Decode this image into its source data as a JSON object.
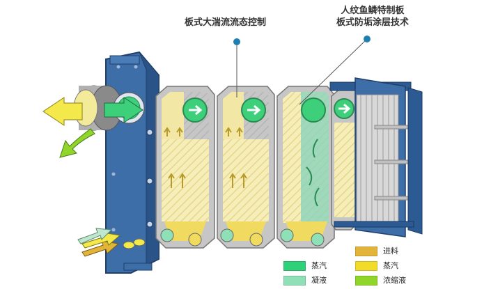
{
  "callouts": {
    "flow_control": "板式大湍流流态控制",
    "fish_scale_line1": "人纹鱼鳞特制板",
    "fish_scale_line2": "板式防垢涂层技术"
  },
  "legend": [
    {
      "label": "蒸汽",
      "color": "#2fd07a"
    },
    {
      "label": "凝液",
      "color": "#8fe0b6"
    },
    {
      "label": "进料",
      "color": "#e3b43a"
    },
    {
      "label": "蒸汽",
      "color": "#f2dc2a"
    },
    {
      "label": "浓缩液",
      "color": "#8fd52a"
    }
  ],
  "colors": {
    "frame": "#3d6ea8",
    "frame_dark": "#24497a",
    "plate": "#c8c8c8",
    "liquid": "#f3e7a6",
    "steam_green": "#3ecf7a",
    "arrow_yellow": "#f4e94a",
    "callout_dot": "#1f7fb0"
  }
}
